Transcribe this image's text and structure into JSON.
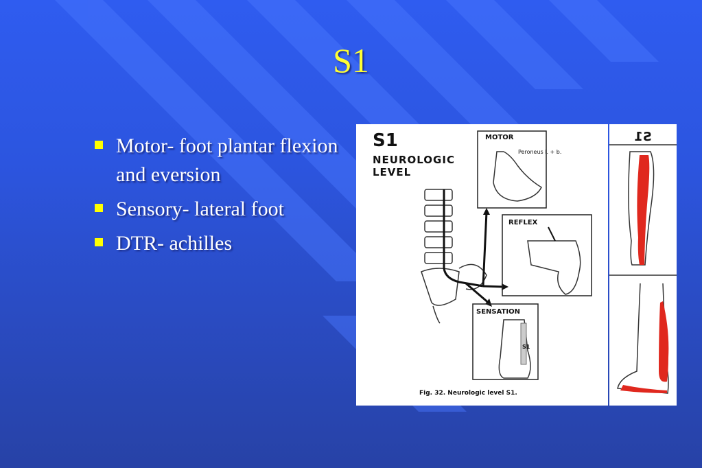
{
  "slide": {
    "title": "S1",
    "bullets": [
      "Motor- foot plantar flexion and eversion",
      "Sensory- lateral foot",
      "DTR- achilles"
    ]
  },
  "figure": {
    "heading": "S1",
    "subheading_line1": "NEUROLOGIC",
    "subheading_line2": "LEVEL",
    "motor_label": "MOTOR",
    "motor_muscle": "Peroneus l. + b.",
    "reflex_label": "REFLEX",
    "sensation_label": "SENSATION",
    "sensation_dermatome": "S1",
    "caption": "Fig. 32. Neurologic level S1."
  },
  "side_figure": {
    "mirrored_label": "S1"
  },
  "colors": {
    "background": "#2c55df",
    "title": "#ffff33",
    "bullet_text": "#ffffff",
    "bullet_marker": "#ffff00",
    "dermatome": "#e0281e"
  }
}
